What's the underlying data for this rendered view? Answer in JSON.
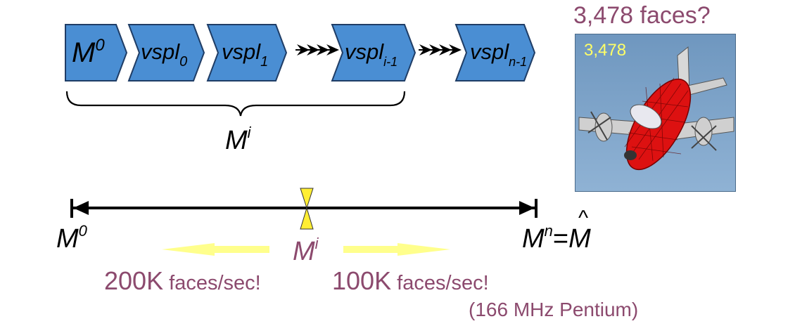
{
  "sequence": {
    "items": [
      {
        "base": "M",
        "sup": "0",
        "sub": ""
      },
      {
        "base": "vspl",
        "sup": "",
        "sub": "0"
      },
      {
        "base": "vspl",
        "sup": "",
        "sub": "1"
      },
      {
        "base": "vspl",
        "sup": "",
        "sub": "i-1"
      },
      {
        "base": "vspl",
        "sup": "",
        "sub": "n-1"
      }
    ],
    "brace_label": {
      "base": "M",
      "sup": "i"
    }
  },
  "timeline": {
    "left": {
      "base": "M",
      "sup": "0"
    },
    "middle": {
      "base": "M",
      "sup": "i"
    },
    "right": {
      "base": "M",
      "sup": "n",
      "eq": "=",
      "rhs": "M",
      "rhs_accent": "^"
    }
  },
  "rates": {
    "left": {
      "number": "200K",
      "unit": " faces/sec!"
    },
    "right": {
      "number": "100K",
      "unit": " faces/sec!"
    },
    "note": "(166 MHz Pentium)"
  },
  "plane": {
    "question": "3,478 faces?",
    "count": "3,478",
    "count_color": "#ffff66"
  },
  "colors": {
    "chevron": "#4a8ed3",
    "accent_text": "#8c4a6e",
    "arrow_yellow": "#ffff80",
    "marker_yellow": "#ffee33"
  }
}
